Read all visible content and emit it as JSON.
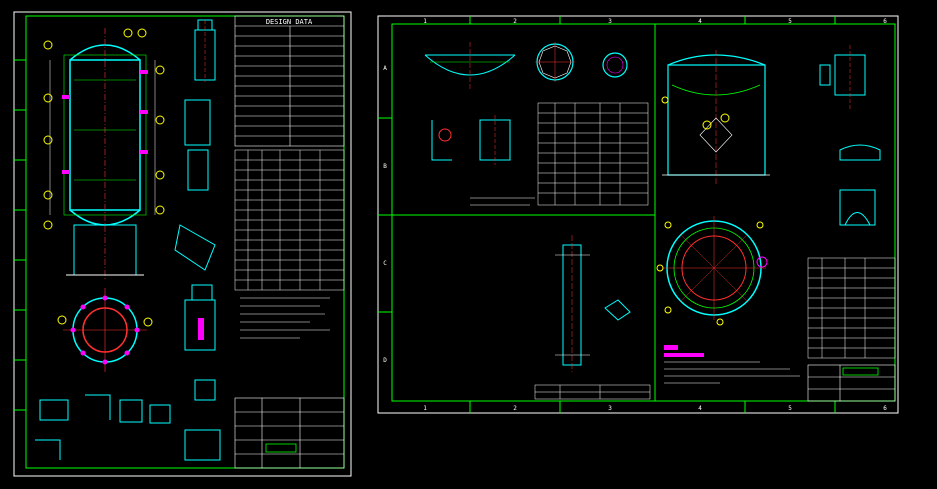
{
  "colors": {
    "background": "#000000",
    "border": "#ffffff",
    "frame": "#00ff00",
    "vessel": "#00ffff",
    "centerline": "#ff3030",
    "balloon": "#ffff00",
    "nozzle": "#ff00ff",
    "text": "#ffffff"
  },
  "left_sheet": {
    "title_block_heading": "DESIGN DATA"
  },
  "right_sheet": {
    "zone_cols_top": [
      "1",
      "2",
      "3",
      "4",
      "5",
      "6"
    ],
    "zone_cols_bottom": [
      "1",
      "2",
      "3",
      "4",
      "5",
      "6"
    ],
    "zone_rows": [
      "A",
      "B",
      "C",
      "D"
    ]
  }
}
